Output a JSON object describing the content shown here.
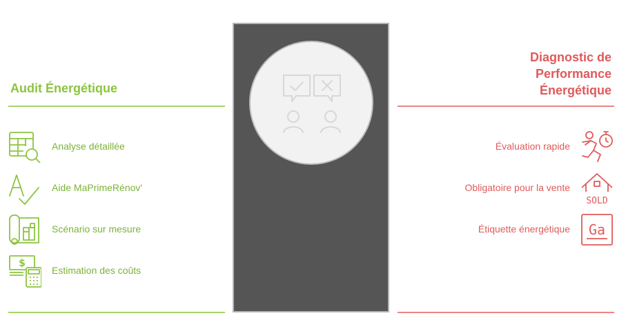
{
  "left_column": {
    "title": "Audit Énergétique",
    "color": "#8cc43f",
    "items": [
      {
        "label": "Analyse détaillée",
        "icon": "spreadsheet-magnifier-icon"
      },
      {
        "label": "Aide MaPrimeRénov'",
        "icon": "letter-a-checkmark-icon"
      },
      {
        "label": "Scénario sur mesure",
        "icon": "blueprint-building-icon"
      },
      {
        "label": "Estimation des coûts",
        "icon": "money-calculator-icon"
      }
    ]
  },
  "right_column": {
    "title_lines": [
      "Diagnostic de",
      "Performance",
      "Énergétique"
    ],
    "color": "#e05a5a",
    "items": [
      {
        "label": "Évaluation rapide",
        "icon": "running-stopwatch-icon"
      },
      {
        "label": "Obligatoire pour la vente",
        "icon": "house-sold-icon"
      },
      {
        "label": "Étiquette énergétique",
        "icon": "energy-label-ga-icon",
        "icon_text": "Ga"
      }
    ]
  },
  "center": {
    "icon": "check-vs-cross-people-icon"
  },
  "house_sign_text": "SOLD"
}
